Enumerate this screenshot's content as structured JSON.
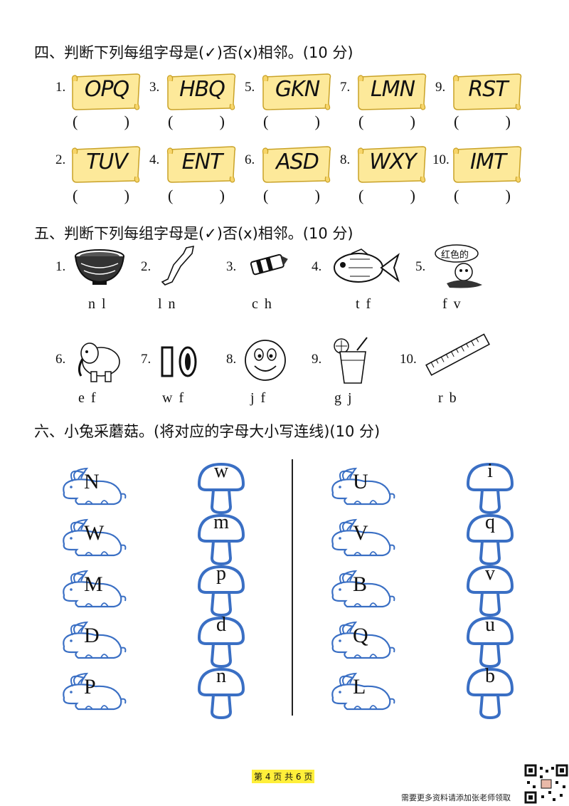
{
  "section4": {
    "heading": "四、判断下列每组字母是(✓)否(x)相邻。(10 分)",
    "items": [
      {
        "num": "1.",
        "letters": "OPQ"
      },
      {
        "num": "3.",
        "letters": "HBQ"
      },
      {
        "num": "5.",
        "letters": "GKN"
      },
      {
        "num": "7.",
        "letters": "LMN"
      },
      {
        "num": "9.",
        "letters": "RST"
      },
      {
        "num": "2.",
        "letters": "TUV"
      },
      {
        "num": "4.",
        "letters": "ENT"
      },
      {
        "num": "6.",
        "letters": "ASD"
      },
      {
        "num": "8.",
        "letters": "WXY"
      },
      {
        "num": "10.",
        "letters": "IMT"
      }
    ],
    "paren_open": "(",
    "paren_close": ")"
  },
  "section5": {
    "heading": "五、判断下列每组字母是(✓)否(x)相邻。(10 分)",
    "items": [
      {
        "num": "1.",
        "icon": "bowl-icon",
        "letters": "n l"
      },
      {
        "num": "2.",
        "icon": "leg-icon",
        "letters": "l  n"
      },
      {
        "num": "3.",
        "icon": "crayon-icon",
        "letters": "c h"
      },
      {
        "num": "4.",
        "icon": "fish-icon",
        "letters": "t   f"
      },
      {
        "num": "5.",
        "icon": "red-character-icon",
        "letters": "f   v",
        "bubble": "红色的"
      },
      {
        "num": "6.",
        "icon": "elephant-icon",
        "letters": "e   f"
      },
      {
        "num": "7.",
        "icon": "zero-digits-icon",
        "letters": "w f"
      },
      {
        "num": "8.",
        "icon": "face-icon",
        "letters": "j f"
      },
      {
        "num": "9.",
        "icon": "juice-glass-icon",
        "letters": "g j"
      },
      {
        "num": "10.",
        "icon": "ruler-icon",
        "letters": "r b"
      }
    ]
  },
  "section6": {
    "heading": "六、小兔采蘑菇。(将对应的字母大小写连线)(10 分)",
    "left_rabbits": [
      "N",
      "W",
      "M",
      "D",
      "P"
    ],
    "left_mushrooms": [
      "w",
      "m",
      "p",
      "d",
      "n"
    ],
    "right_rabbits": [
      "U",
      "V",
      "B",
      "Q",
      "L"
    ],
    "right_mushrooms": [
      "i",
      "q",
      "v",
      "u",
      "b"
    ]
  },
  "footer": {
    "page": "第 4 页 共 6 页",
    "note": "需要更多资料请添加张老师领取"
  },
  "colors": {
    "scroll_fill": "#fde99a",
    "scroll_border": "#c9a227",
    "outline_blue": "#3a6fc4",
    "page_highlight": "#ffef3a"
  }
}
